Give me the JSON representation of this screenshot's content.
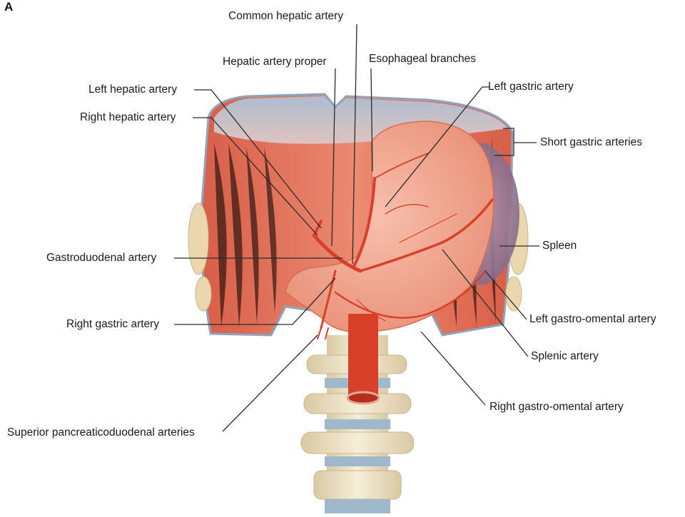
{
  "figure": {
    "panel_letter": "A",
    "labels": {
      "common_hepatic_artery": "Common hepatic artery",
      "hepatic_artery_proper": "Hepatic artery proper",
      "esophageal_branches": "Esophageal branches",
      "left_hepatic_artery": "Left hepatic artery",
      "left_gastric_artery": "Left gastric artery",
      "right_hepatic_artery": "Right hepatic artery",
      "short_gastric_arteries": "Short gastric arteries",
      "spleen": "Spleen",
      "gastroduodenal_artery": "Gastroduodenal artery",
      "left_gastro_omental_artery": "Left gastro-omental artery",
      "right_gastric_artery": "Right gastric artery",
      "splenic_artery": "Splenic artery",
      "right_gastro_omental_artery": "Right gastro-omental artery",
      "superior_pancreaticoduodenal_arteries": "Superior pancreaticoduodenal arteries"
    }
  },
  "colors": {
    "muscle": "#e5735f",
    "muscle_dark": "#c9533f",
    "stomach": "#f2a58f",
    "artery": "#d9402a",
    "membrane": "#b9c6d6",
    "spleen": "#9b7f9c",
    "vertebra": "#efe3c6",
    "disc": "#9fb8cc"
  }
}
